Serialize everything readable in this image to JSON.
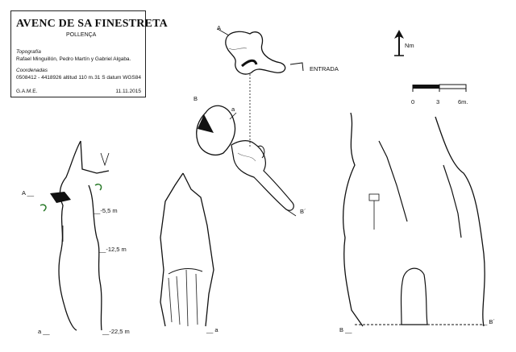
{
  "title_block": {
    "title": "AVENC DE SA FINESTRETA",
    "subtitle": "POLLENÇA",
    "topo_heading": "Topografía",
    "authors": "Rafael Minguillón, Pedro Martín y Gabriel Algaba.",
    "coords_heading": "Coordenadas",
    "coords": "0508412 - 4418926  altitud 110 m.",
    "datum": "31 S  datum WGS84",
    "club": "G.A.M.E.",
    "date": "11.11.2015"
  },
  "north": {
    "label": "Nm"
  },
  "scale": {
    "ticks": [
      "0",
      "3",
      "6m."
    ]
  },
  "plan": {
    "label_a": "A",
    "label_b": "B",
    "label_a2": "a",
    "label_b2": "B´",
    "entrance": "ENTRADA"
  },
  "section_left": {
    "label_a": "A __",
    "depths": [
      "__-5,5 m",
      "__-12,5 m",
      "__-22,5 m"
    ],
    "bottom_a": "a __"
  },
  "section_mid": {
    "bottom_a": "__ a"
  },
  "section_right": {
    "label_b": "B __",
    "label_b2": "__ B´"
  }
}
